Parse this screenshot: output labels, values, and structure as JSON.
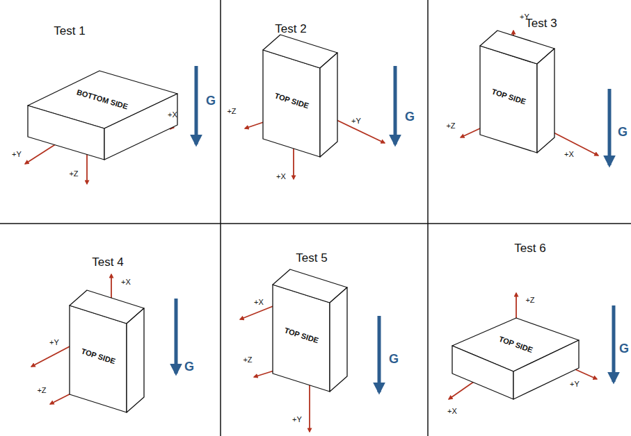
{
  "diagram": {
    "nodes": [
      {
        "text": [
          "Test 1"
        ]
      },
      {
        "text": [
          "BOTTOM SIDE"
        ],
        "in": 0
      },
      {
        "text": [
          "Test 2"
        ]
      },
      {
        "text": [
          "TOP SIDE"
        ],
        "in": 2
      },
      {
        "text": [
          "Test 3"
        ]
      },
      {
        "text": [
          "TOP SIDE"
        ],
        "in": 4
      },
      {
        "text": [
          "Test 4"
        ]
      },
      {
        "text": [
          "TOP SIDE"
        ],
        "in": 6
      },
      {
        "text": [
          "Test 5"
        ]
      },
      {
        "text": [
          "TOP SIDE"
        ],
        "in": 8
      },
      {
        "text": [
          "Test 6"
        ]
      },
      {
        "text": [
          "TOP SIDE"
        ],
        "in": 10
      }
    ],
    "labels": [
      "+Y",
      "+Z",
      "+X",
      "G",
      "+Z",
      "+Y",
      "+X",
      "G",
      "+Y",
      "+Z",
      "+X",
      "G",
      "+X",
      "+Y",
      "+Z",
      "G",
      "+X",
      "+Z",
      "+Y",
      "G",
      "+Z",
      "+X",
      "+Y",
      "G"
    ]
  }
}
